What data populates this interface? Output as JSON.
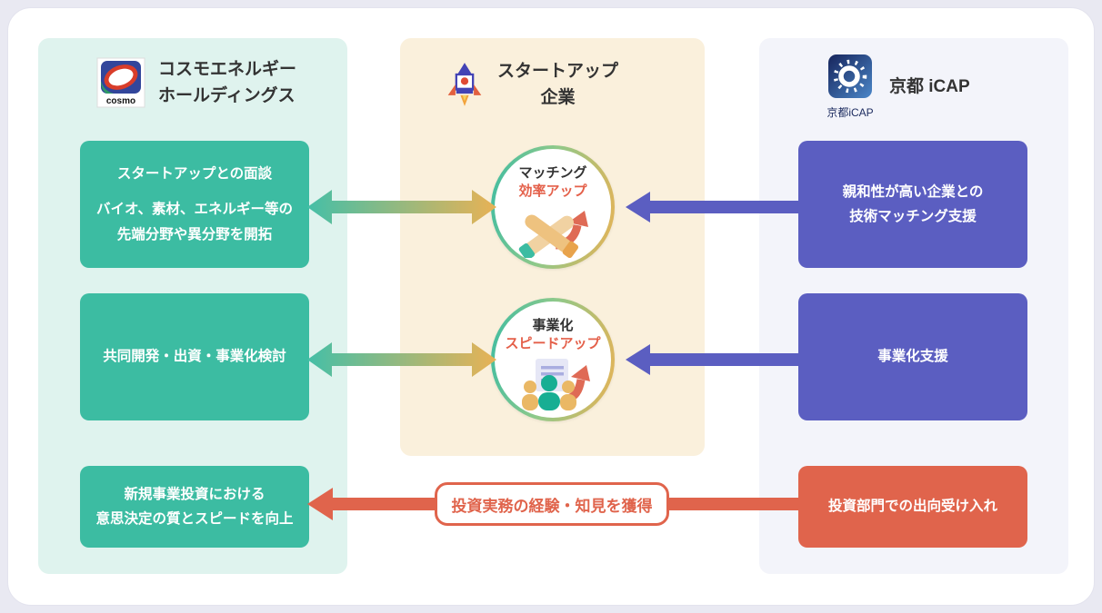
{
  "header_left": {
    "line1": "コスモエネルギー",
    "line2": "ホールディングス",
    "logo_text": "cosmo"
  },
  "header_center": {
    "line1": "スタートアップ",
    "line2": "企業"
  },
  "header_right": {
    "title": "京都 iCAP",
    "logo_text": "京都iCAP"
  },
  "left_boxes": {
    "box1": {
      "title": "スタートアップとの面談",
      "line1": "バイオ、素材、エネルギー等の",
      "line2": "先端分野や異分野を開拓"
    },
    "box2": {
      "title": "共同開発・出資・事業化検討"
    },
    "box3": {
      "line1": "新規事業投資における",
      "line2": "意思決定の質とスピードを向上"
    }
  },
  "circles": {
    "matching": {
      "line1": "マッチング",
      "line2": "効率アップ"
    },
    "business": {
      "line1": "事業化",
      "line2": "スピードアップ"
    }
  },
  "right_boxes": {
    "box1": {
      "line1": "親和性が高い企業との",
      "line2": "技術マッチング支援"
    },
    "box2": {
      "title": "事業化支援"
    },
    "box3": {
      "title": "投資部門での出向受け入れ"
    }
  },
  "bottom_label": "投資実務の経験・知見を獲得",
  "colors": {
    "left_panel": "#dff3ee",
    "center_panel": "#faf0dc",
    "right_panel": "#f3f4fa",
    "green_box": "#3cbca2",
    "purple_box": "#5b5ec1",
    "coral_box": "#e0644c",
    "gradient_teal": "#45bfa7",
    "gradient_amber": "#e8b255",
    "accent_red_text": "#e4604a"
  }
}
